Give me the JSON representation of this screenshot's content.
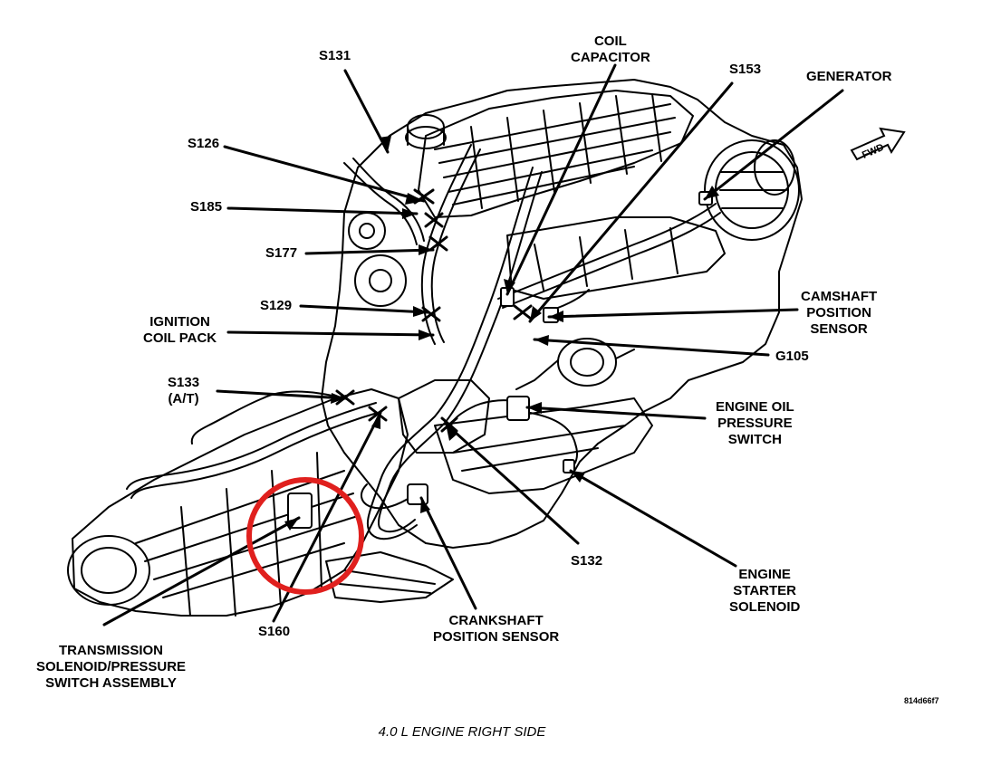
{
  "caption": "4.0 L ENGINE RIGHT SIDE",
  "figure_code": "814d66f7",
  "fwd_arrow": "FWD",
  "colors": {
    "highlight_circle": "#e0201e",
    "ink": "#000000"
  },
  "labels": {
    "s131": [
      "S131"
    ],
    "coil_capacitor": [
      "COIL",
      "CAPACITOR"
    ],
    "s153": [
      "S153"
    ],
    "generator": [
      "GENERATOR"
    ],
    "s126": [
      "S126"
    ],
    "s185": [
      "S185"
    ],
    "s177": [
      "S177"
    ],
    "s129": [
      "S129"
    ],
    "ignition_coil_pack": [
      "IGNITION",
      "COIL PACK"
    ],
    "camshaft_position_sensor": [
      "CAMSHAFT",
      "POSITION",
      "SENSOR"
    ],
    "g105": [
      "G105"
    ],
    "s133_at": [
      "S133",
      "(A/T)"
    ],
    "engine_oil_pressure_switch": [
      "ENGINE OIL",
      "PRESSURE",
      "SWITCH"
    ],
    "s132": [
      "S132"
    ],
    "engine_starter_solenoid": [
      "ENGINE",
      "STARTER",
      "SOLENOID"
    ],
    "s160": [
      "S160"
    ],
    "crankshaft_position_sensor": [
      "CRANKSHAFT",
      "POSITION SENSOR"
    ],
    "transmission_solenoid": [
      "TRANSMISSION",
      "SOLENOID/PRESSURE",
      "SWITCH ASSEMBLY"
    ]
  }
}
